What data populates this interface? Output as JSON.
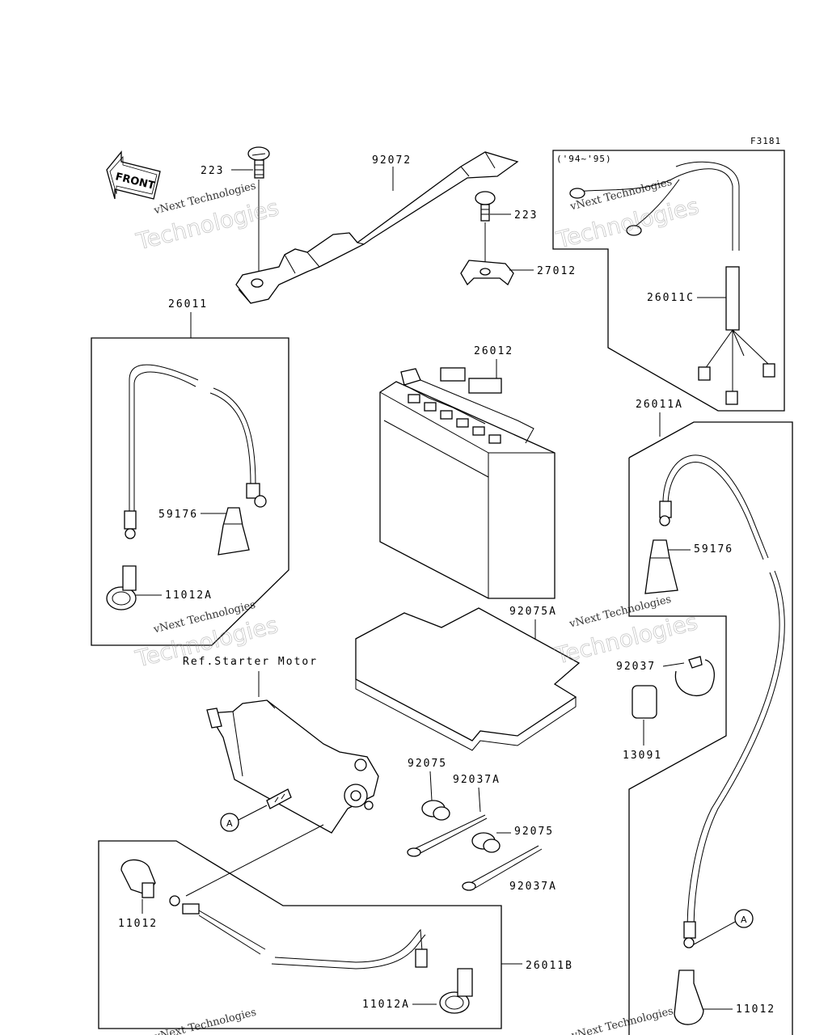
{
  "figure_code": "F3181",
  "front_label": "FRONT",
  "ref_label": "Ref.Starter Motor",
  "year_note": "('94~'95)",
  "callout_A": "A",
  "watermark": {
    "line1": "vNext Technologies",
    "line2": "Technologies"
  },
  "parts": {
    "p223a": "223",
    "p223b": "223",
    "p92072": "92072",
    "p27012": "27012",
    "p26011": "26011",
    "p26011C": "26011C",
    "p26012": "26012",
    "p26011A": "26011A",
    "p59176a": "59176",
    "p59176b": "59176",
    "p11012Aa": "11012A",
    "p92075A": "92075A",
    "p92037": "92037",
    "p13091": "13091",
    "p92075a": "92075",
    "p92075b": "92075",
    "p92037Aa": "92037A",
    "p92037Ab": "92037A",
    "p11012a": "11012",
    "p11012b": "11012",
    "p26011B": "26011B",
    "p11012Ab": "11012A"
  }
}
